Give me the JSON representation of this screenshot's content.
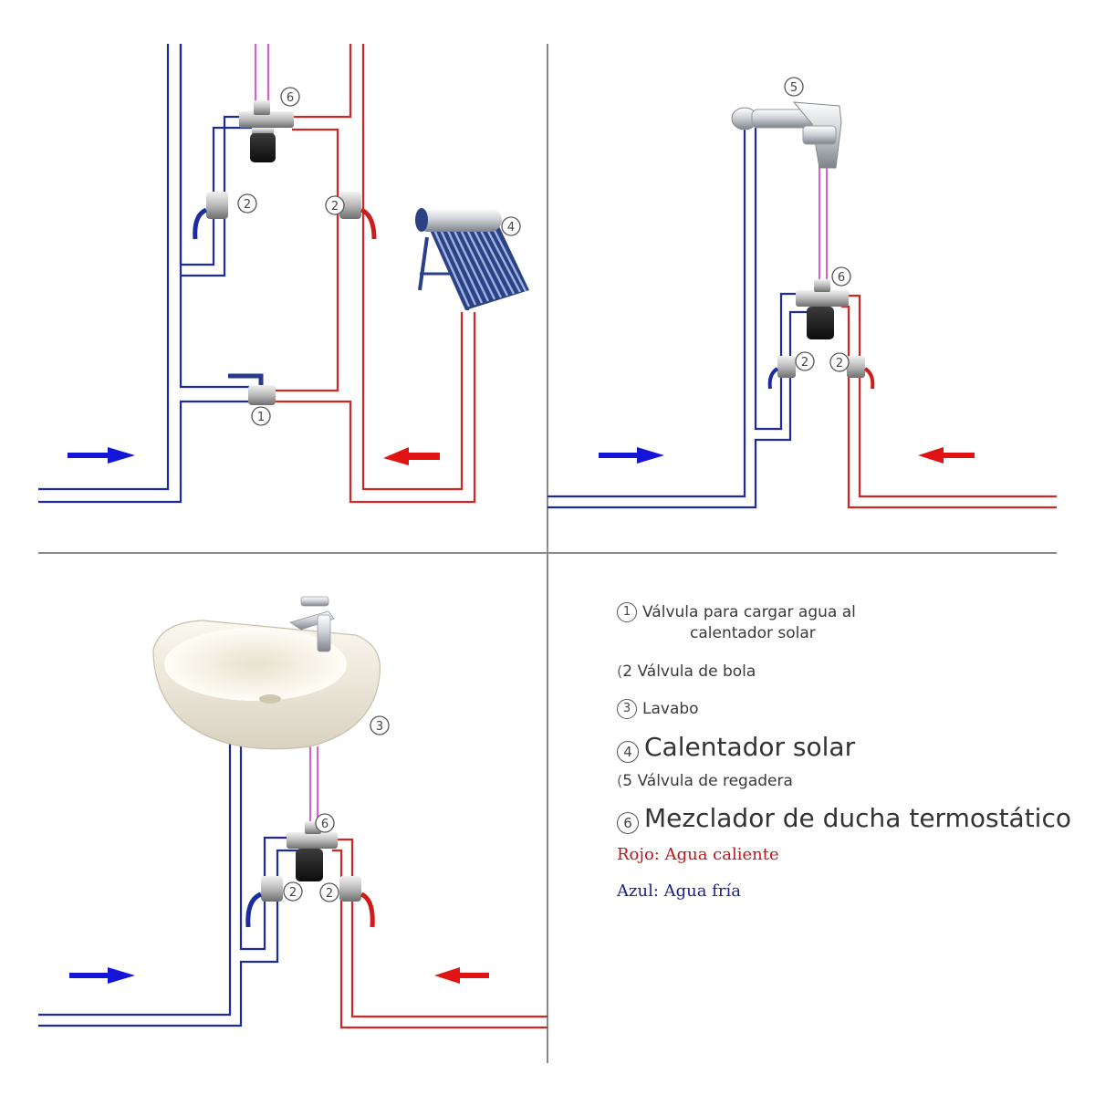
{
  "markers": {
    "m1": "1",
    "m2": "2",
    "m3": "3",
    "m4": "4",
    "m5": "5",
    "m6": "6"
  },
  "legend": {
    "item1": {
      "num": "1",
      "line1": "Válvula para cargar agua al",
      "line2": "calentador solar"
    },
    "item2": {
      "prefix": "(",
      "text": "2 Válvula de bola"
    },
    "item3": {
      "num": "3",
      "text": "Lavabo"
    },
    "item4": {
      "num": "4",
      "text": "Calentador solar"
    },
    "item5": {
      "prefix": "(",
      "text": "5 Válvula de regadera"
    },
    "item6": {
      "num": "6",
      "text": "Mezclador de ducha termostático"
    },
    "red": "Rojo: Agua caliente",
    "blue": "Azul: Agua fría"
  },
  "colors": {
    "cold": "#1c2b9e",
    "hot": "#d22626",
    "mixed": "#d65fd6",
    "divider": "#8a8a8a",
    "arrow_cold": "#1515d8",
    "arrow_hot": "#e01414"
  }
}
